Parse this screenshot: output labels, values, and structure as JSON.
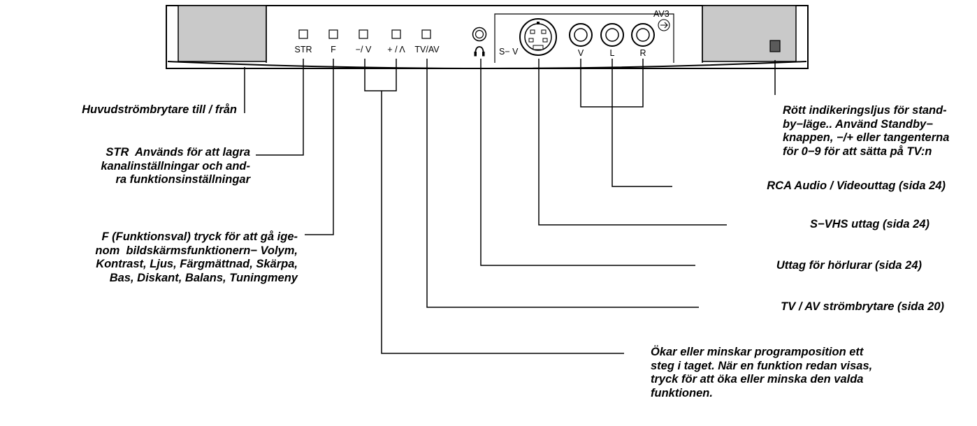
{
  "panel": {
    "buttons": [
      "STR",
      "F",
      "−/ V",
      "+ / Λ",
      "TV/AV"
    ],
    "jacks": [
      "S− V",
      "V",
      "L",
      "R"
    ],
    "av_label": "AV3"
  },
  "callouts": {
    "main_power": "Huvudströmbrytare till / från",
    "str": "STR  Används för att lagra\nkanalinställningar och and-\nra funktionsinställningar",
    "function": "F (Funktionsval) tryck för att gå ige-\nnom  bildskärmsfunktionern− Volym,\nKontrast, Ljus, Färgmättnad, Skärpa,\nBas, Diskant, Balans, Tuningmeny",
    "standby": "Rött indikeringsljus för stand-\nby−läge.. Använd Standby−\nknappen, −/+ eller tangenterna\nför 0−9 för att sätta på TV:n",
    "rca": "RCA Audio / Videouttag (sida 24)",
    "svhs": "S−VHS uttag (sida 24)",
    "headphones": "Uttag för hörlurar (sida 24)",
    "tvav": "TV / AV strömbrytare (sida 20)",
    "program": "Ökar eller minskar programposition ett\nsteg i taget. När en funktion redan visas,\ntryck för att öka eller minska den valda\nfunktionen."
  }
}
